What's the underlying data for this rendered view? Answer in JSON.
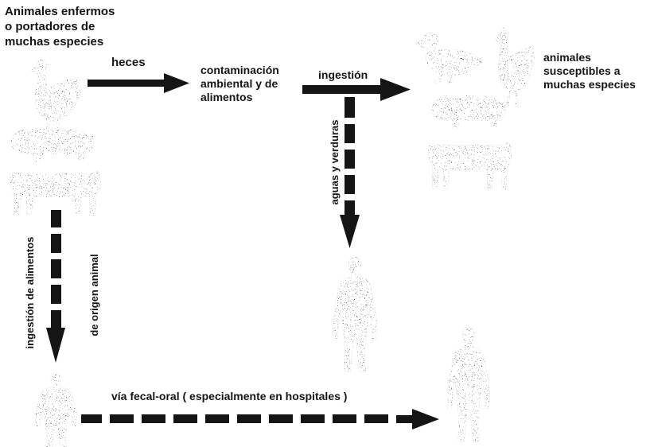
{
  "labels": {
    "sources": [
      "Animales enfermos",
      "o portadores de",
      "muchas especies"
    ],
    "heces": "heces",
    "contamination": [
      "contaminación",
      "ambiental y de",
      "alimentos"
    ],
    "ingestion": "ingestión",
    "susceptible": [
      "animales",
      "susceptibles a",
      "muchas especies"
    ],
    "water_vegetables": "aguas y verduras",
    "food_ingestion": "ingestión de alimentos",
    "animal_origin": "de origen animal",
    "fecal_oral": "vía fecal-oral ( especialmente en hospitales )"
  },
  "icons": {
    "source_animals": [
      "chicken-icon",
      "pig-icon",
      "cow-icon"
    ],
    "susceptible_animals": [
      "duck-icon",
      "chicken-icon",
      "pig-icon",
      "cow-icon"
    ],
    "humans": [
      "human-figure-icon",
      "human-figure-icon",
      "human-figure-icon"
    ]
  },
  "colors": {
    "ink": "#151515",
    "background": "#ffffff"
  }
}
